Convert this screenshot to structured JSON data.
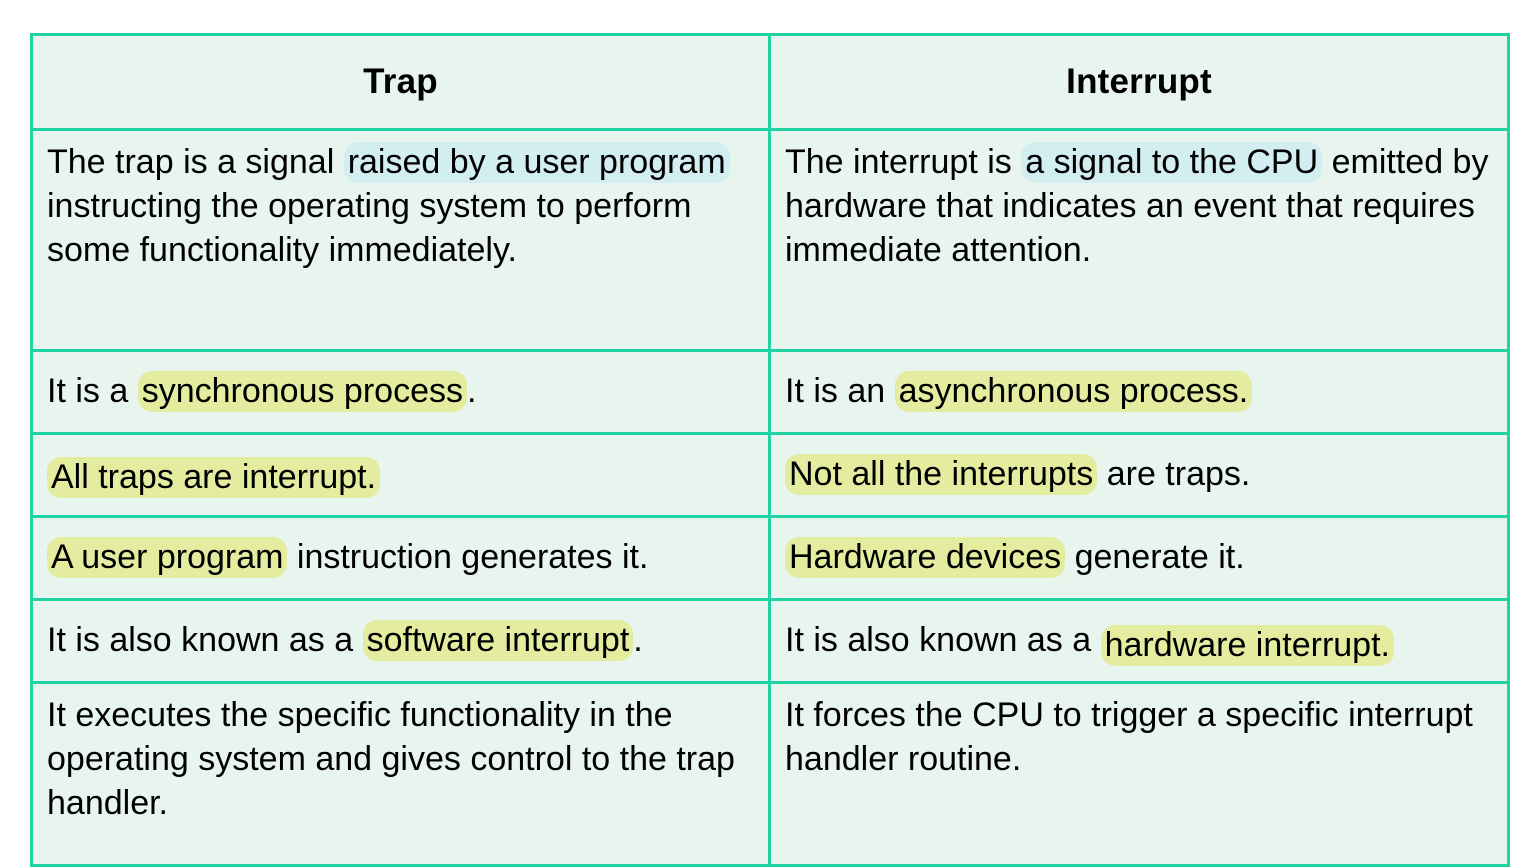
{
  "table": {
    "headers": [
      {
        "label": "Trap"
      },
      {
        "label": "Interrupt"
      }
    ],
    "colors": {
      "border": "#21d3a2",
      "cell_background": "#e8f4ee",
      "highlight_yellow": "#e3ec9f",
      "highlight_blue": "#d2eef0",
      "text": "#000000",
      "page_background": "#ffffff"
    },
    "rows": [
      {
        "trap": {
          "pre": "The trap is a signal ",
          "highlight": "raised by a user program",
          "post": " instructing the operating system to perform some functionality immediately.",
          "full": "The trap is a signal raised by a user program instructing the operating system to perform some functionality immediately."
        },
        "interrupt": {
          "pre": "The interrupt is ",
          "highlight": "a signal to the CPU",
          "post": " emitted by hardware that indicates an event that requires immediate attention.",
          "full": "The interrupt is a signal to the CPU emitted by hardware that indicates an event that requires immediate attention."
        }
      },
      {
        "trap": {
          "pre": "It is a ",
          "highlight": "synchronous process",
          "post": ".",
          "full": "It is a synchronous process."
        },
        "interrupt": {
          "pre": "It is an ",
          "highlight": "asynchronous process.",
          "post": "",
          "full": "It is an asynchronous process."
        }
      },
      {
        "trap": {
          "pre": "",
          "highlight": "All traps are interrupt.",
          "post": "",
          "full": "All traps are interrupt."
        },
        "interrupt": {
          "pre": "",
          "highlight": "Not all the interrupts",
          "post": " are traps.",
          "full": "Not all the interrupts are traps."
        }
      },
      {
        "trap": {
          "pre": "",
          "highlight": "A user program",
          "post": " instruction generates it.",
          "full": "A user program instruction generates it."
        },
        "interrupt": {
          "pre": "",
          "highlight": "Hardware devices",
          "post": " generate it.",
          "full": "Hardware devices generate it."
        }
      },
      {
        "trap": {
          "pre": "It is also known as a ",
          "highlight": "software interrupt",
          "post": ".",
          "full": "It is also known as a software interrupt."
        },
        "interrupt": {
          "pre": "It is also known as a ",
          "highlight": "hardware interrupt.",
          "post": "",
          "full": "It is also known as a hardware interrupt."
        }
      },
      {
        "trap": {
          "pre": "It executes the specific functionality in the operating system and gives control to the trap handler.",
          "highlight": "",
          "post": "",
          "full": "It executes the specific functionality in the operating system and gives control to the trap handler."
        },
        "interrupt": {
          "pre": "It forces the CPU to trigger a specific interrupt handler routine.",
          "highlight": "",
          "post": "",
          "full": "It forces the CPU to trigger a specific interrupt handler routine."
        }
      }
    ]
  }
}
